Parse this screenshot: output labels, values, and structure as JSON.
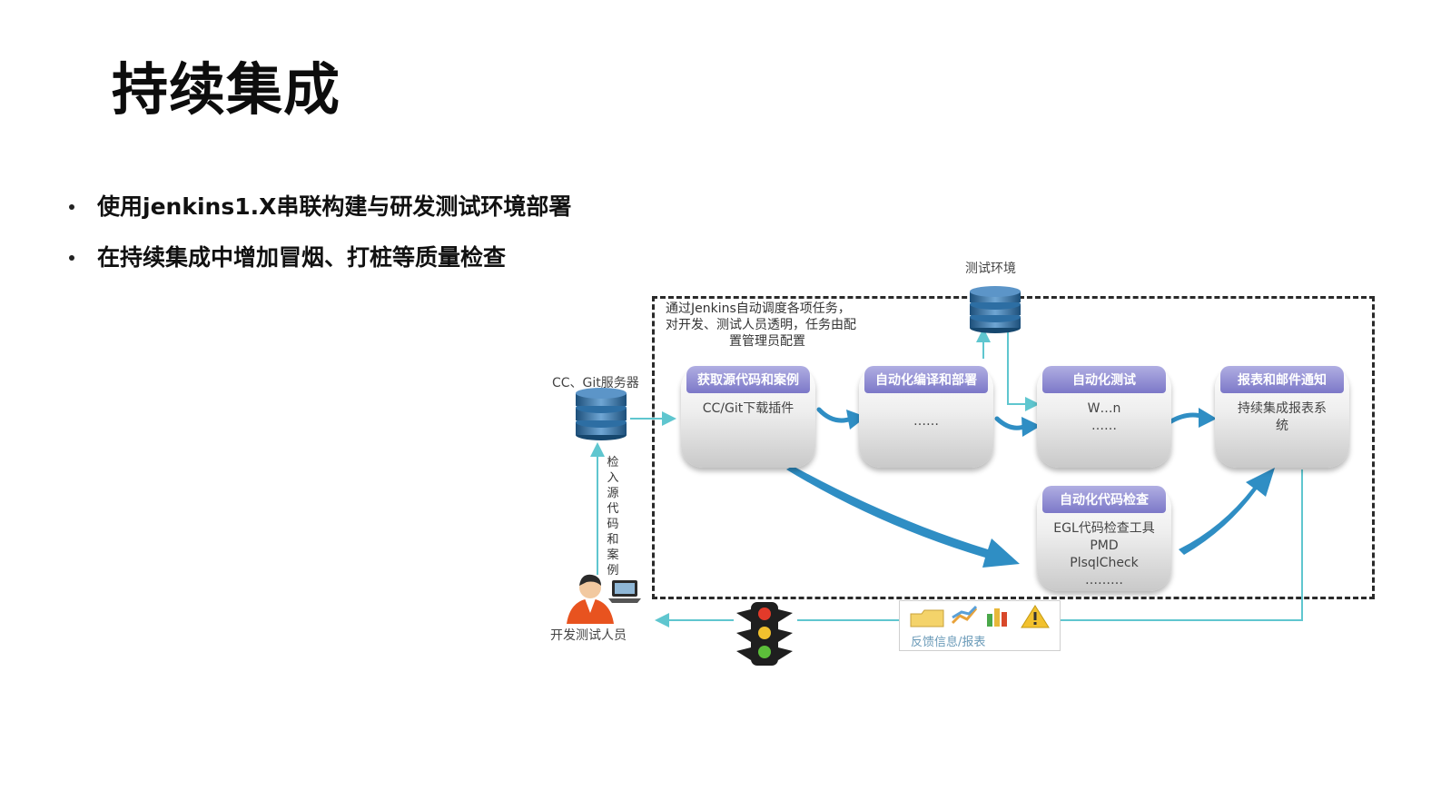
{
  "page": {
    "title": "持续集成",
    "bullets": [
      "使用jenkins1.X串联构建与研发测试环境部署",
      "在持续集成中增加冒烟、打桩等质量检查"
    ]
  },
  "diagram": {
    "test_env_label": "测试环境",
    "scm_label": "CC、Git服务器",
    "note_lines": [
      "通过Jenkins自动调度各项任务，",
      "对开发、测试人员透明，任务由配",
      "置管理员配置"
    ],
    "checkin_label": [
      "检",
      "入",
      "源",
      "代",
      "码",
      "和",
      "案",
      "例"
    ],
    "developer_label": "开发测试人员",
    "feedback_label": "反馈信息/报表",
    "boxes": {
      "fetch": {
        "title": "获取源代码和案例",
        "body": [
          "CC/Git下载插件"
        ]
      },
      "build": {
        "title": "自动化编译和部署",
        "body": [
          "……"
        ]
      },
      "test": {
        "title": "自动化测试",
        "body": [
          "W…n",
          "……"
        ]
      },
      "report": {
        "title": "报表和邮件通知",
        "body": [
          "持续集成报表系",
          "统"
        ]
      },
      "check": {
        "title": "自动化代码检查",
        "body": [
          "EGL代码检查工具",
          "PMD",
          "PlsqlCheck",
          "………"
        ]
      }
    },
    "colors": {
      "cyan_line": "#5fc6cf",
      "blue_arrow": "#2f8ec4",
      "box_header": "#7c78c8",
      "db_blue": "#3f7fb3"
    }
  }
}
